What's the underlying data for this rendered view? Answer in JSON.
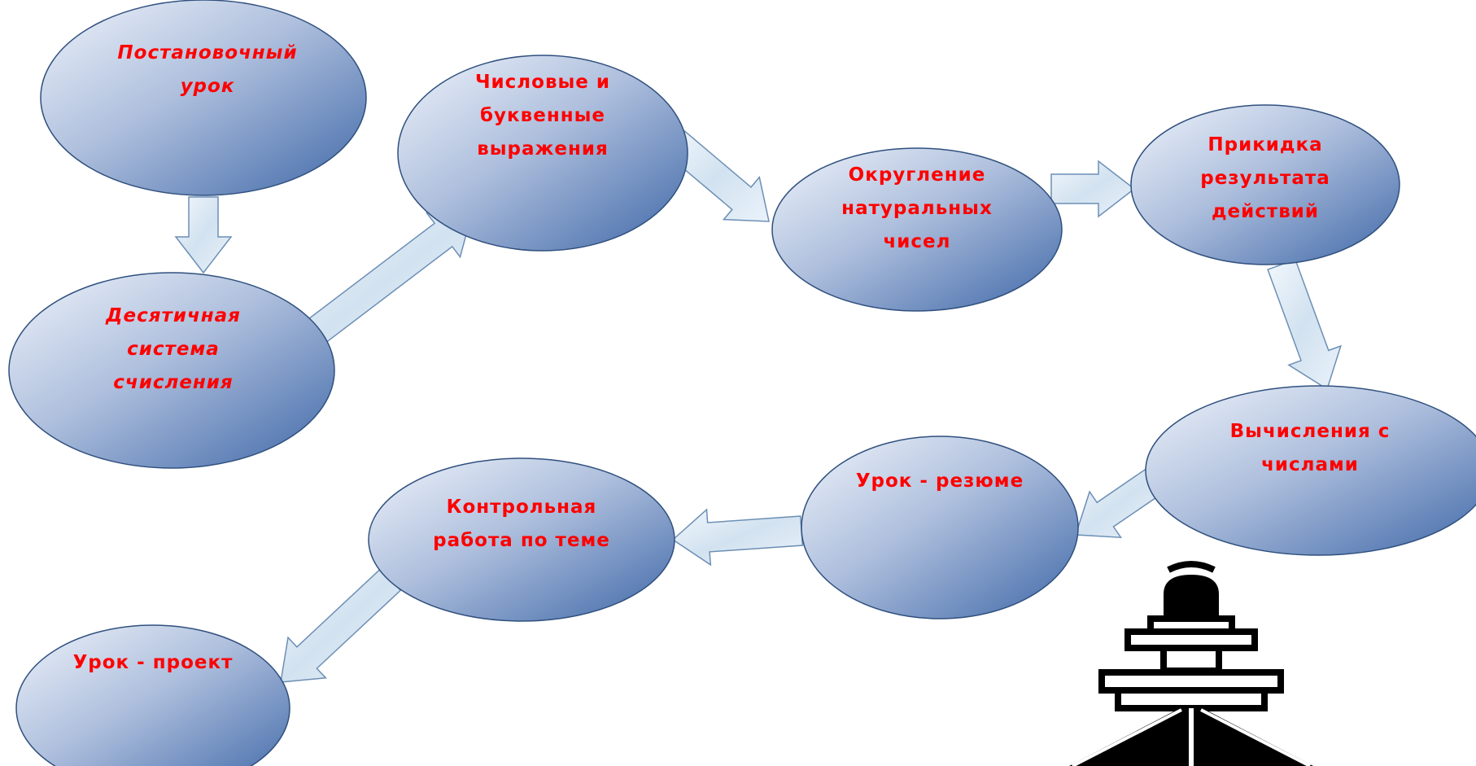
{
  "nodes": [
    {
      "id": "n1",
      "lines": [
        "Постановочный",
        "урок"
      ],
      "italic": true
    },
    {
      "id": "n2",
      "lines": [
        "Десятичная",
        "система",
        "счисления"
      ],
      "italic": true
    },
    {
      "id": "n3",
      "lines": [
        "Числовые и",
        "буквенные",
        "выражения"
      ],
      "italic": false
    },
    {
      "id": "n4",
      "lines": [
        "Округление",
        "натуральных",
        "чисел"
      ],
      "italic": false
    },
    {
      "id": "n5",
      "lines": [
        "Прикидка",
        "результата",
        "действий"
      ],
      "italic": false
    },
    {
      "id": "n6",
      "lines": [
        "Вычисления с",
        "числами"
      ],
      "italic": false
    },
    {
      "id": "n7",
      "lines": [
        "Урок - резюме"
      ],
      "italic": false
    },
    {
      "id": "n8",
      "lines": [
        "Контрольная",
        "работа по теме"
      ],
      "italic": false
    },
    {
      "id": "n9",
      "lines": [
        "Урок - проект"
      ],
      "italic": false
    }
  ],
  "edges": [
    {
      "from": "n1",
      "to": "n2"
    },
    {
      "from": "n2",
      "to": "n3"
    },
    {
      "from": "n3",
      "to": "n4"
    },
    {
      "from": "n4",
      "to": "n5"
    },
    {
      "from": "n5",
      "to": "n6"
    },
    {
      "from": "n6",
      "to": "n7"
    },
    {
      "from": "n7",
      "to": "n8"
    },
    {
      "from": "n8",
      "to": "n9"
    }
  ],
  "colors": {
    "node_light": "#e6edf7",
    "node_dark": "#4d74b0",
    "label": "#ff0000",
    "arrow_fill": "#d7e6f3",
    "arrow_stroke": "#6c8fb5"
  },
  "decoration": "lighthouse-icon"
}
